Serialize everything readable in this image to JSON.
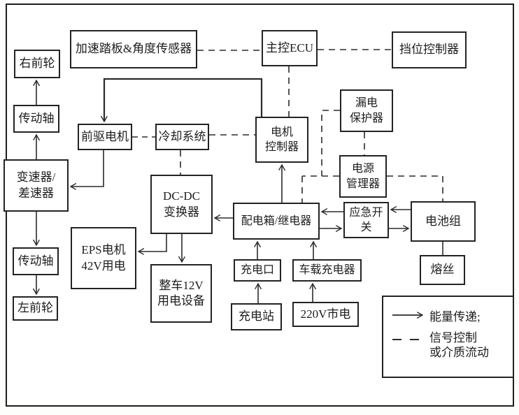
{
  "diagram": {
    "title": "EV powertrain block diagram",
    "colors": {
      "line": "#2b2b2b",
      "box_border": "#232323",
      "text": "#1d1d1d",
      "background": "#ffffff"
    },
    "nodes": {
      "accel_pedal_sensor": {
        "label": "加速踏板&角度传感器"
      },
      "main_ecu": {
        "label": "主控ECU"
      },
      "gear_controller": {
        "label": "挡位控制器"
      },
      "right_front_wheel": {
        "label": "右前轮"
      },
      "drive_shaft_upper": {
        "label": "传动轴"
      },
      "front_drive_motor": {
        "label": "前驱电机"
      },
      "cooling_system": {
        "label": "冷却系统"
      },
      "motor_controller": {
        "label": "电机\n控制器"
      },
      "leakage_protector": {
        "label": "漏电\n保护器"
      },
      "transmission_differential": {
        "label": "变速器/\n差速器"
      },
      "dcdc_converter": {
        "label": "DC-DC\n变换器"
      },
      "power_manager": {
        "label": "电源\n管理器"
      },
      "distribution_box_relay": {
        "label": "配电箱/继电器"
      },
      "emergency_switch": {
        "label": "应急开关"
      },
      "battery_pack": {
        "label": "电池组"
      },
      "eps_motor": {
        "label": "EPS电机\n42V用电"
      },
      "vehicle_12v_loads": {
        "label": "整车12V\n用电设备"
      },
      "drive_shaft_lower": {
        "label": "传动轴"
      },
      "left_front_wheel": {
        "label": "左前轮"
      },
      "charging_port": {
        "label": "充电口"
      },
      "onboard_charger": {
        "label": "车载充电器"
      },
      "charging_station": {
        "label": "充电站"
      },
      "mains_220v": {
        "label": "220V市电"
      },
      "fuse": {
        "label": "熔丝"
      }
    },
    "legend": {
      "energy_label": "能量传递;",
      "signal_label": "信号控制\n或介质流动"
    },
    "edges": [
      {
        "from": "accel_pedal_sensor",
        "to": "main_ecu",
        "type": "signal"
      },
      {
        "from": "main_ecu",
        "to": "gear_controller",
        "type": "signal"
      },
      {
        "from": "main_ecu",
        "to": "motor_controller",
        "type": "signal"
      },
      {
        "from": "front_drive_motor",
        "to": "cooling_system",
        "type": "signal"
      },
      {
        "from": "cooling_system",
        "to": "motor_controller",
        "type": "signal"
      },
      {
        "from": "cooling_system",
        "to": "dcdc_converter",
        "type": "signal"
      },
      {
        "from": "leakage_protector",
        "to": "power_manager",
        "type": "signal"
      },
      {
        "from": "leakage_protector",
        "to": "signal_bus",
        "type": "signal"
      },
      {
        "from": "power_manager",
        "to": "distribution_box_relay",
        "type": "signal"
      },
      {
        "from": "power_manager",
        "to": "battery_pack",
        "type": "signal"
      },
      {
        "from": "motor_controller",
        "to": "front_drive_motor",
        "type": "energy"
      },
      {
        "from": "front_drive_motor",
        "to": "transmission_differential",
        "type": "energy"
      },
      {
        "from": "transmission_differential",
        "to": "drive_shaft_upper",
        "type": "energy"
      },
      {
        "from": "drive_shaft_upper",
        "to": "right_front_wheel",
        "type": "energy"
      },
      {
        "from": "transmission_differential",
        "to": "drive_shaft_lower",
        "type": "energy"
      },
      {
        "from": "drive_shaft_lower",
        "to": "left_front_wheel",
        "type": "energy"
      },
      {
        "from": "distribution_box_relay",
        "to": "motor_controller",
        "type": "energy"
      },
      {
        "from": "distribution_box_relay",
        "to": "dcdc_converter",
        "type": "energy"
      },
      {
        "from": "dcdc_converter",
        "to": "eps_motor",
        "type": "energy"
      },
      {
        "from": "dcdc_converter",
        "to": "vehicle_12v_loads",
        "type": "energy"
      },
      {
        "from": "emergency_switch",
        "to": "distribution_box_relay",
        "type": "energy"
      },
      {
        "from": "distribution_box_relay",
        "to": "emergency_switch",
        "type": "energy"
      },
      {
        "from": "battery_pack",
        "to": "emergency_switch",
        "type": "energy"
      },
      {
        "from": "emergency_switch",
        "to": "battery_pack",
        "type": "energy"
      },
      {
        "from": "battery_pack",
        "to": "fuse",
        "type": "energy"
      },
      {
        "from": "charging_port",
        "to": "distribution_box_relay",
        "type": "energy"
      },
      {
        "from": "onboard_charger",
        "to": "distribution_box_relay",
        "type": "energy"
      },
      {
        "from": "charging_station",
        "to": "charging_port",
        "type": "energy"
      },
      {
        "from": "mains_220v",
        "to": "onboard_charger",
        "type": "energy"
      }
    ]
  }
}
